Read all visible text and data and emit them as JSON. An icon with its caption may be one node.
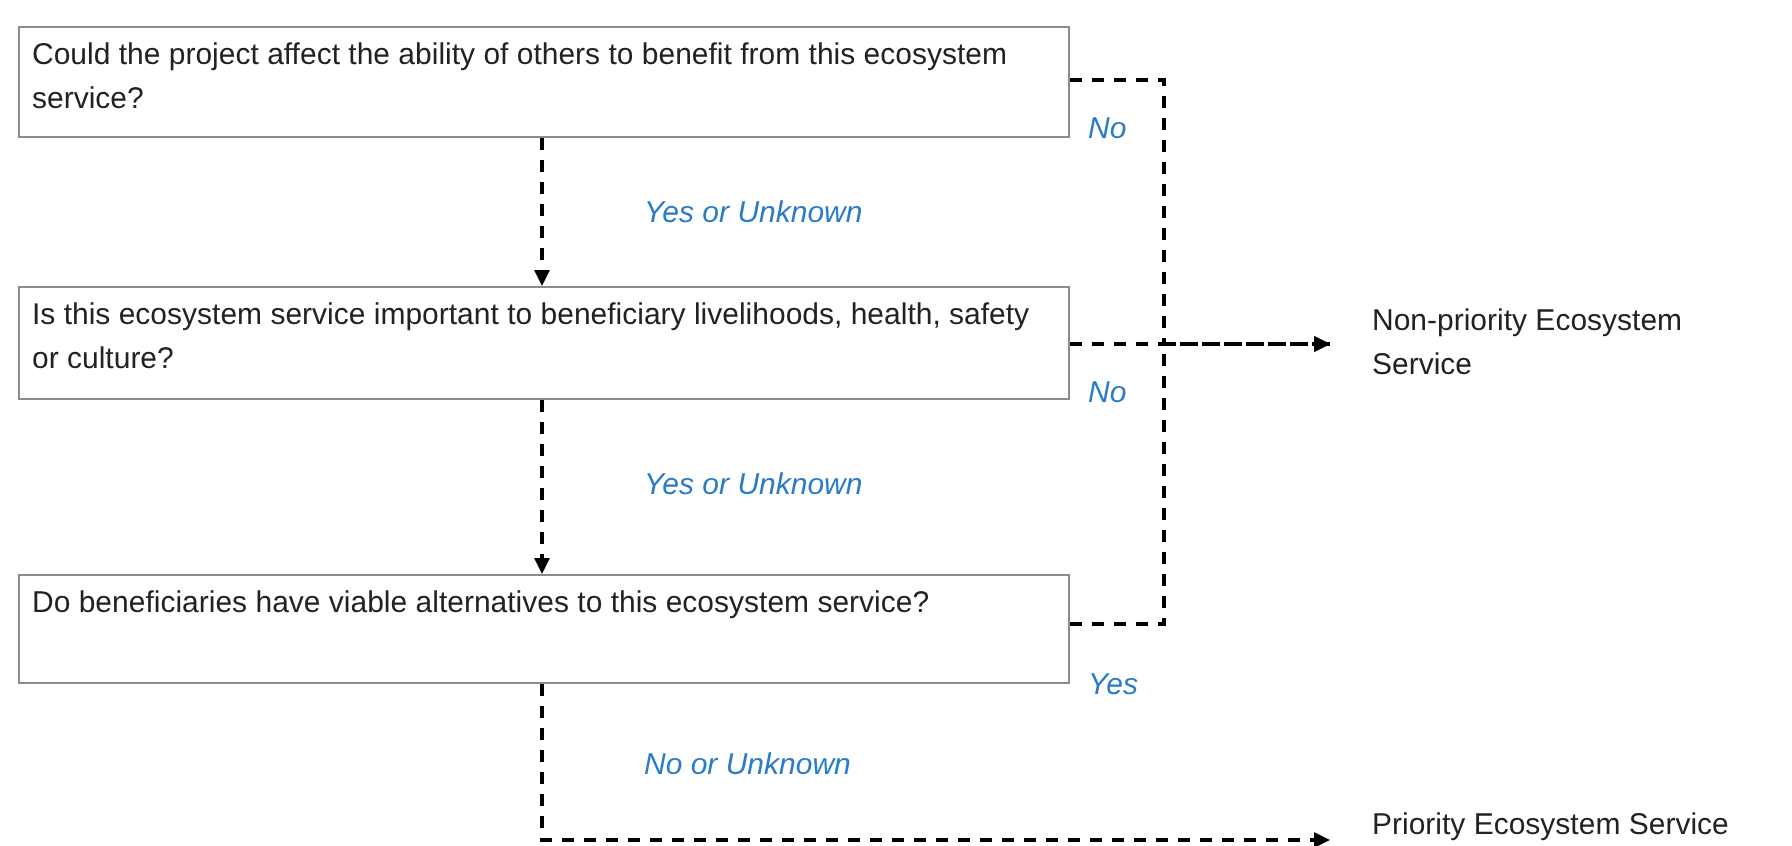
{
  "diagram": {
    "nodes": [
      {
        "text": [
          "Could the project affect the ability of others to benefit from this ecosystem service?"
        ]
      },
      {
        "text": [
          "Is this ecosystem service important to beneficiary livelihoods, health, safety or culture?"
        ]
      },
      {
        "text": [
          "Do beneficiaries have viable alternatives to this ecosystem service?"
        ]
      },
      {
        "text": [
          "Non-priority Ecosystem Service"
        ]
      },
      {
        "text": [
          "Priority Ecosystem Service"
        ]
      }
    ],
    "edges": [
      {
        "from": 0,
        "to": 1,
        "arrow": "to",
        "label": "Yes or Unknown",
        "style": "dashed"
      },
      {
        "from": 1,
        "to": 2,
        "arrow": "to",
        "label": "Yes or Unknown",
        "style": "dashed"
      },
      {
        "from": 2,
        "to": 4,
        "arrow": "to",
        "label": "No or Unknown",
        "style": "dashed"
      },
      {
        "from": 0,
        "to": 3,
        "arrow": "to",
        "label": "No",
        "style": "dashed"
      },
      {
        "from": 1,
        "to": 3,
        "arrow": "to",
        "label": "No",
        "style": "dashed"
      },
      {
        "from": 2,
        "to": 3,
        "arrow": "to",
        "label": "Yes",
        "style": "dashed"
      }
    ]
  }
}
